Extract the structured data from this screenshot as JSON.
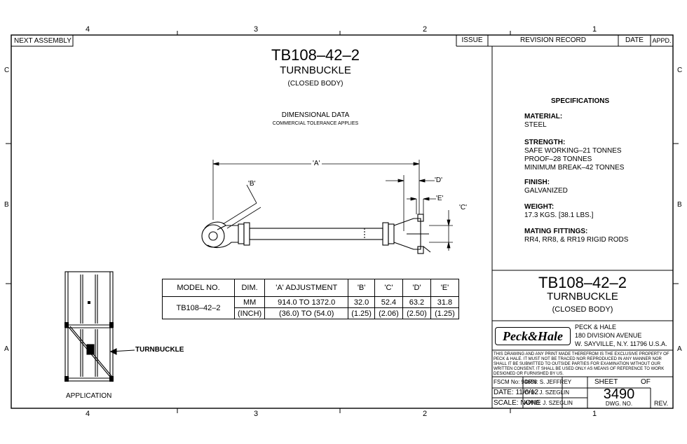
{
  "border": {
    "top_zones": [
      "4",
      "3",
      "2",
      "1"
    ],
    "bottom_zones": [
      "4",
      "3",
      "2",
      "1"
    ],
    "side_zones": [
      "C",
      "B",
      "A"
    ]
  },
  "next_assembly": "NEXT ASSEMBLY",
  "revision": {
    "issue": "ISSUE",
    "record": "REVISION RECORD",
    "date": "DATE",
    "approved": "APPD."
  },
  "header": {
    "part_no": "TB108–42–2",
    "name": "TURNBUCKLE",
    "variant": "(CLOSED BODY)"
  },
  "dimensional": {
    "title": "DIMENSIONAL DATA",
    "note": "COMMERCIAL TOLERANCE APPLIES"
  },
  "drawing_labels": {
    "a": "'A'",
    "b": "'B'",
    "c": "'C'",
    "d": "'D'",
    "e": "'E'"
  },
  "specifications": {
    "title": "SPECIFICATIONS",
    "material_label": "MATERIAL:",
    "material": "STEEL",
    "strength_label": "STRENGTH:",
    "strength_1": "SAFE WORKING–21 TONNES",
    "strength_2": "PROOF–28 TONNES",
    "strength_3": "MINIMUM BREAK–42 TONNES",
    "finish_label": "FINISH:",
    "finish": "GALVANIZED",
    "weight_label": "WEIGHT:",
    "weight": "17.3 KGS. [38.1 LBS.]",
    "mating_label": "MATING FITTINGS:",
    "mating": "RR4, RR8, & RR19 RIGID RODS"
  },
  "table": {
    "headers": {
      "model": "MODEL NO.",
      "dim": "DIM.",
      "a": "'A' ADJUSTMENT",
      "b": "'B'",
      "c": "'C'",
      "d": "'D'",
      "e": "'E'"
    },
    "model": "TB108–42–2",
    "mm": {
      "unit": "MM",
      "a": "914.0 TO 1372.0",
      "b": "32.0",
      "c": "52.4",
      "d": "63.2",
      "e": "31.8"
    },
    "inch": {
      "unit": "(INCH)",
      "a": "(36.0) TO (54.0)",
      "b": "(1.25)",
      "c": "(2.06)",
      "d": "(2.50)",
      "e": "(1.25)"
    }
  },
  "application": {
    "callout": "TURNBUCKLE",
    "caption": "APPLICATION"
  },
  "title_block": {
    "part_no": "TB108–42–2",
    "name": "TURNBUCKLE",
    "variant": "(CLOSED BODY)",
    "logo": "Peck&Hale",
    "company": "PECK & HALE",
    "address_1": "180 DIVISION AVENUE",
    "address_2": "W. SAYVILLE, N.Y. 11796 U.S.A.",
    "disclaimer": "THIS DRAWING AND ANY PRINT MADE THEREFROM IS THE EXCLUSIVE PROPERTY OF PECK & HALE. IT MUST NOT BE TRACED NOR REPRODUCED IN ANY MANNER NOR SHALL IT BE SUBMITTED TO OUTSIDE PARTIES FOR EXAMINATION WITHOUT OUR WRITTEN CONSENT. IT SHALL BE USED ONLY AS MEANS OF REFERENCE TO WORK DESIGNED OR FURNISHED BY US.",
    "fscm": "FSCM No: 94658",
    "drn": "DRN: S. JEFFREY",
    "sheet": "SHEET",
    "of": "OF",
    "date": "DATE: 11/6/12",
    "chk": "CHK: J. SZEGLIN",
    "dwg_no_value": "3490",
    "scale": "SCALE: NONE",
    "appd": "APPD: J. SZEGLIN",
    "dwg_no_label": "DWG. NO.",
    "rev": "REV."
  }
}
